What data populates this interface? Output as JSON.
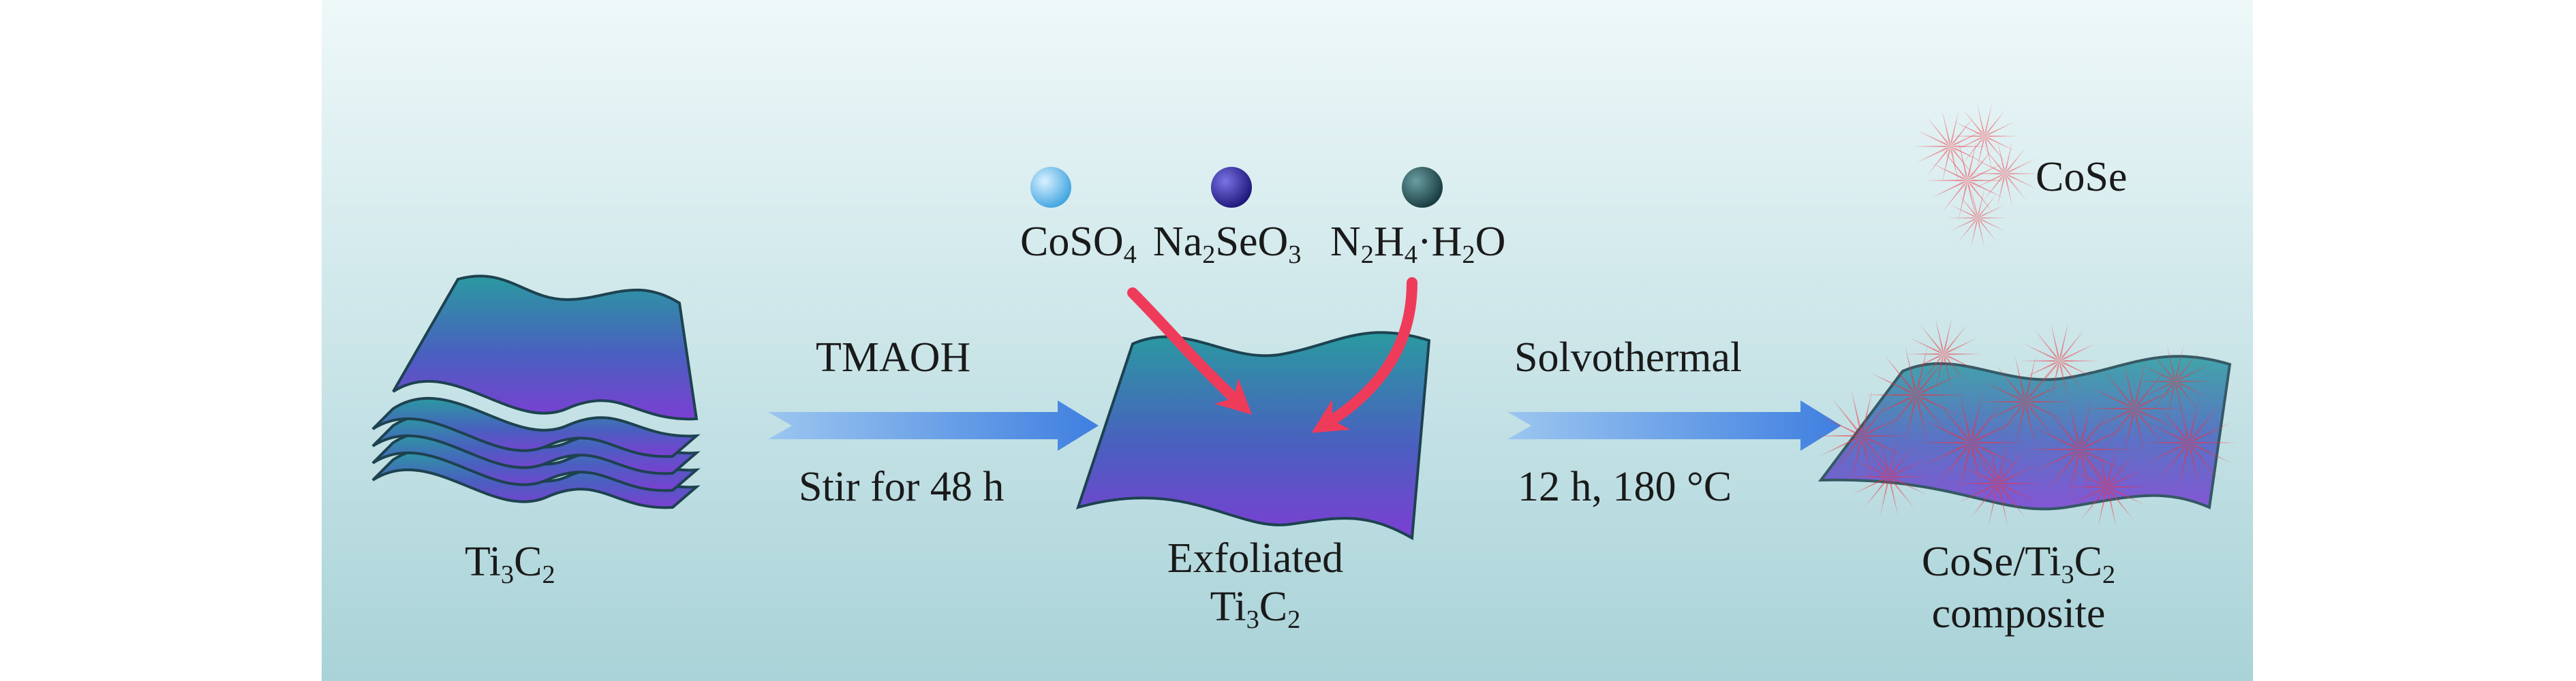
{
  "reagents": [
    {
      "main": "CoSO",
      "sub": "4",
      "rest": "",
      "color": "#5fb6ea"
    },
    {
      "main": "Na",
      "sub": "2",
      "rest": "SeO",
      "sub2": "3",
      "color": "#2e2790"
    },
    {
      "main": "N",
      "sub": "2",
      "rest": "H",
      "sub2": "4",
      "rest2": "·H",
      "sub3": "2",
      "rest3": "O",
      "color": "#244e52"
    }
  ],
  "labels": {
    "start": {
      "main": "Ti",
      "sub": "3",
      "rest": "C",
      "sub2": "2"
    },
    "step1_top": "TMAOH",
    "step1_bottom": "Stir for 48 h",
    "exfoliated_line1": "Exfoliated",
    "exfoliated_line2": {
      "main": "Ti",
      "sub": "3",
      "rest": "C",
      "sub2": "2"
    },
    "step2_top": "Solvothermal",
    "step2_bottom": "12 h, 180 °C",
    "cose": "CoSe",
    "composite_line1": {
      "main": "CoSe/Ti",
      "sub": "3",
      "rest": "C",
      "sub2": "2"
    },
    "composite_line2": "composite"
  },
  "colors": {
    "panel_top": "#eef8f9",
    "panel_bottom": "#a9d3d8",
    "sheet_a": "#2f8f9a",
    "sheet_b": "#7a3fd0",
    "arrow": "#5a8fe0",
    "curved_arrow": "#ef3b5a",
    "cose_red": "#f2323e"
  }
}
